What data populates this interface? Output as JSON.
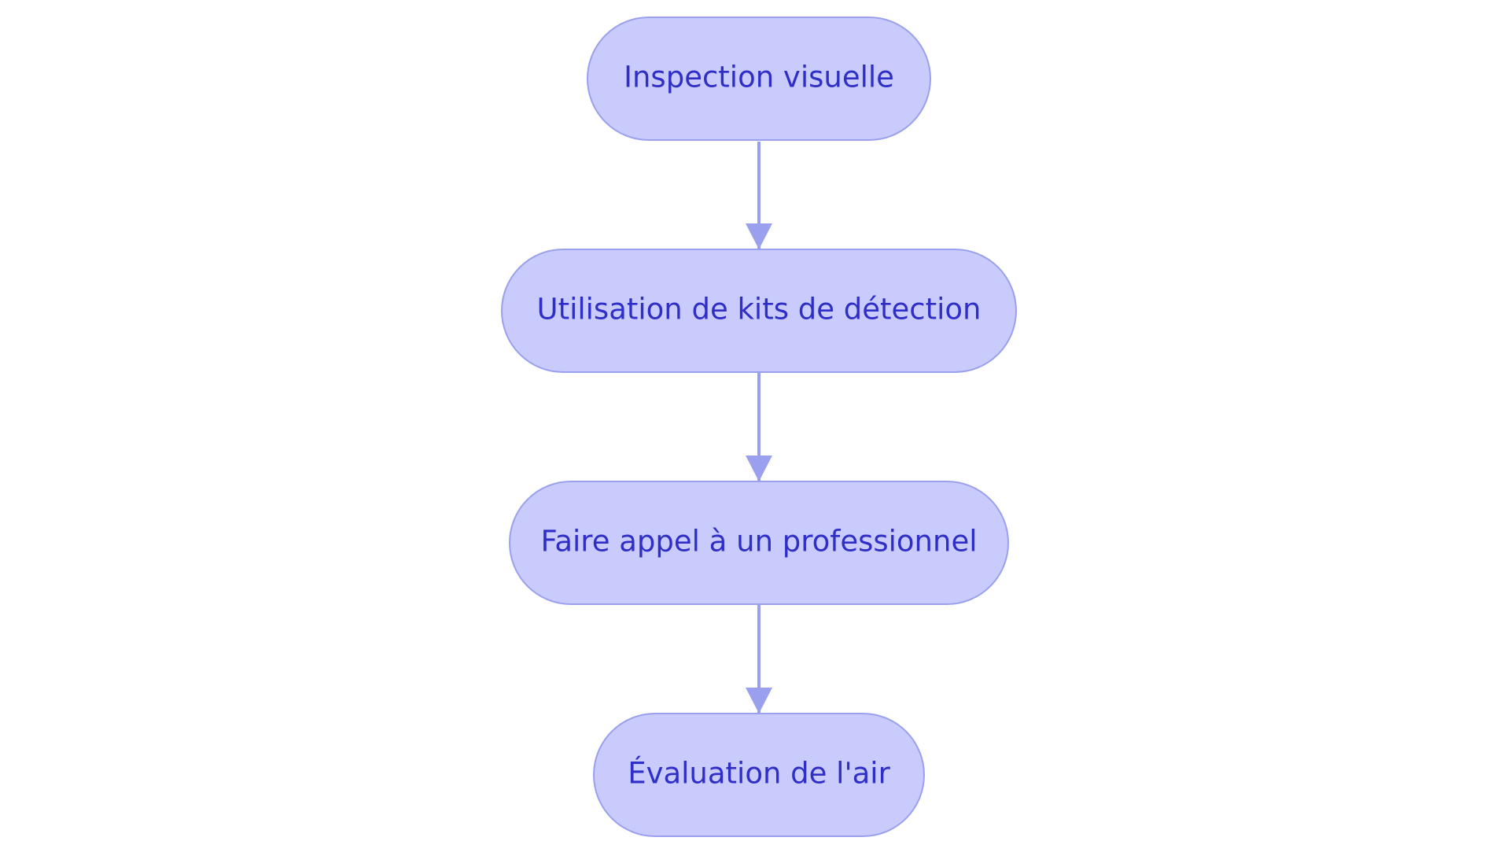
{
  "diagram": {
    "nodes": [
      {
        "id": "n1",
        "label": "Inspection visuelle"
      },
      {
        "id": "n2",
        "label": "Utilisation de kits de détection"
      },
      {
        "id": "n3",
        "label": "Faire appel à un professionnel"
      },
      {
        "id": "n4",
        "label": "Évaluation de l'air"
      }
    ],
    "edges": [
      {
        "from": "n1",
        "to": "n2"
      },
      {
        "from": "n2",
        "to": "n3"
      },
      {
        "from": "n3",
        "to": "n4"
      }
    ],
    "colors": {
      "node_fill": "#c8cbfc",
      "node_stroke": "#9ba0ee",
      "edge": "#9ba0ee",
      "text": "#2f2fc8",
      "background": "#ffffff"
    }
  }
}
